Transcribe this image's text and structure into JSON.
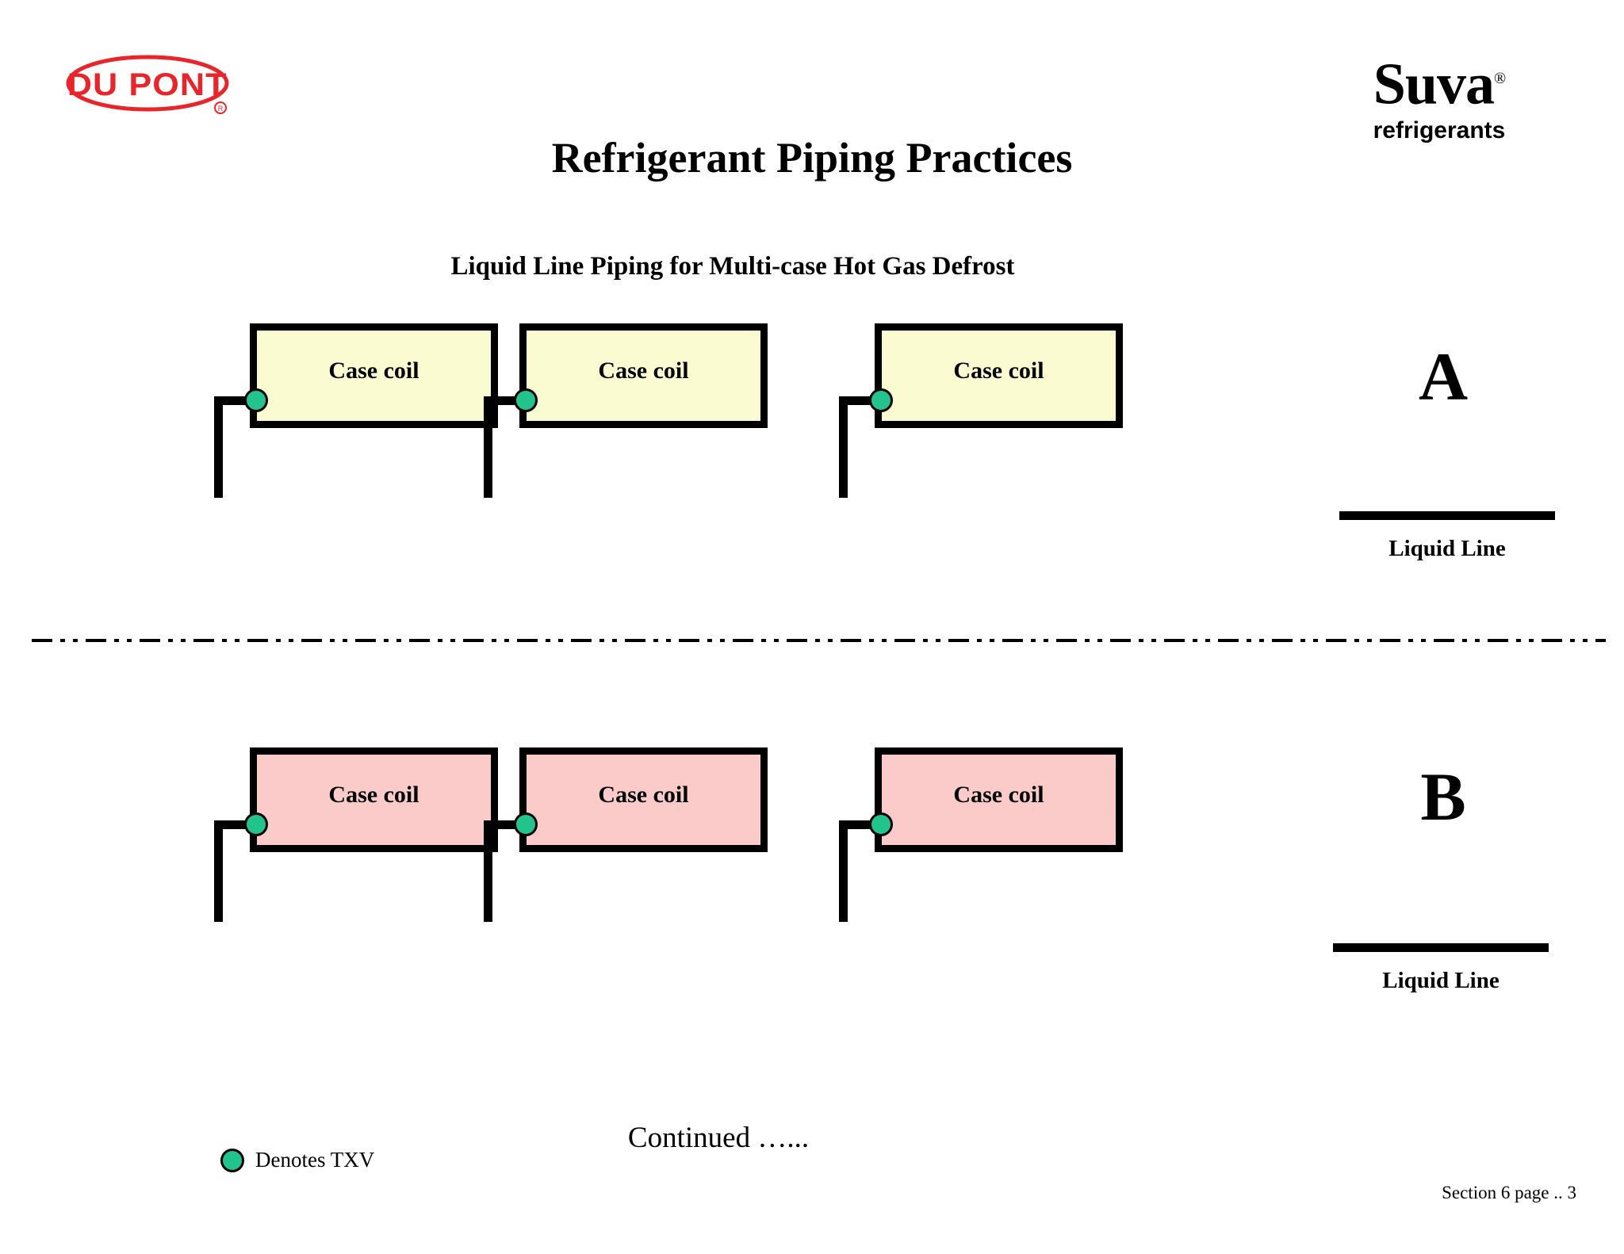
{
  "brand": {
    "dupont_logo_text": "DU PONT",
    "dupont_color": "#E8252A",
    "suva_word": "Suva",
    "suva_registered": "®",
    "suva_subtitle": "refrigerants"
  },
  "header": {
    "title": "Refrigerant  Piping  Practices",
    "subtitle": "Liquid Line Piping for Multi-case Hot Gas Defrost"
  },
  "colors": {
    "coil_yellow": "#FBFBD2",
    "coil_pink": "#FACBC8",
    "txv_green": "#23C38D",
    "line_black": "#000000"
  },
  "sections": [
    {
      "id": "A",
      "letter": "A",
      "coil_fill": "#FBFBD2",
      "coils": [
        {
          "label": "Case coil",
          "txv": "Denotes TXV"
        },
        {
          "label": "Case coil",
          "txv": "Denotes TXV"
        },
        {
          "label": "Case coil",
          "txv": "Denotes TXV"
        }
      ],
      "legend": {
        "label": "Liquid Line"
      }
    },
    {
      "id": "B",
      "letter": "B",
      "coil_fill": "#FACBC8",
      "coils": [
        {
          "label": "Case coil",
          "txv": "Denotes TXV"
        },
        {
          "label": "Case coil",
          "txv": "Denotes TXV"
        },
        {
          "label": "Case coil",
          "txv": "Denotes TXV"
        }
      ],
      "legend": {
        "label": "Liquid Line"
      }
    }
  ],
  "legend": {
    "txv_note": "Denotes TXV"
  },
  "footer": {
    "continued": "Continued …...",
    "page_ref": "Section 6  page  .. 3"
  }
}
